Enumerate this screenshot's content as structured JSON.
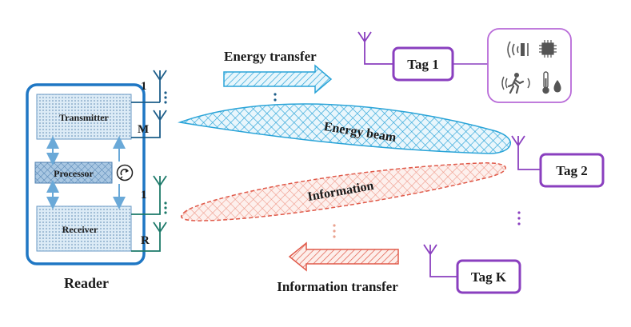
{
  "reader": {
    "title": "Reader",
    "transmitter_label": "Transmitter",
    "processor_label": "Processor",
    "receiver_label": "Receiver",
    "tx_antenna_first": "1",
    "tx_antenna_last": "M",
    "rx_antenna_first": "1",
    "rx_antenna_last": "R"
  },
  "flows": {
    "energy_transfer": "Energy transfer",
    "information_transfer": "Information transfer",
    "energy_beam": "Energy beam",
    "information_beam": "Information"
  },
  "tags": [
    {
      "label": "Tag 1"
    },
    {
      "label": "Tag 2"
    },
    {
      "label": "Tag K"
    }
  ],
  "colors": {
    "reader_blue": "#1f77c4",
    "energy_blue": "#2aa4d8",
    "info_red": "#e05a4a",
    "tag_purple": "#8a3fbf",
    "tx_teal": "#1d5e8a",
    "rx_teal": "#1d7a6a"
  },
  "tag1_icons": [
    "rfid-signal-icon",
    "chip-icon",
    "motion-sensor-icon",
    "thermometer-icon",
    "water-drop-icon"
  ]
}
